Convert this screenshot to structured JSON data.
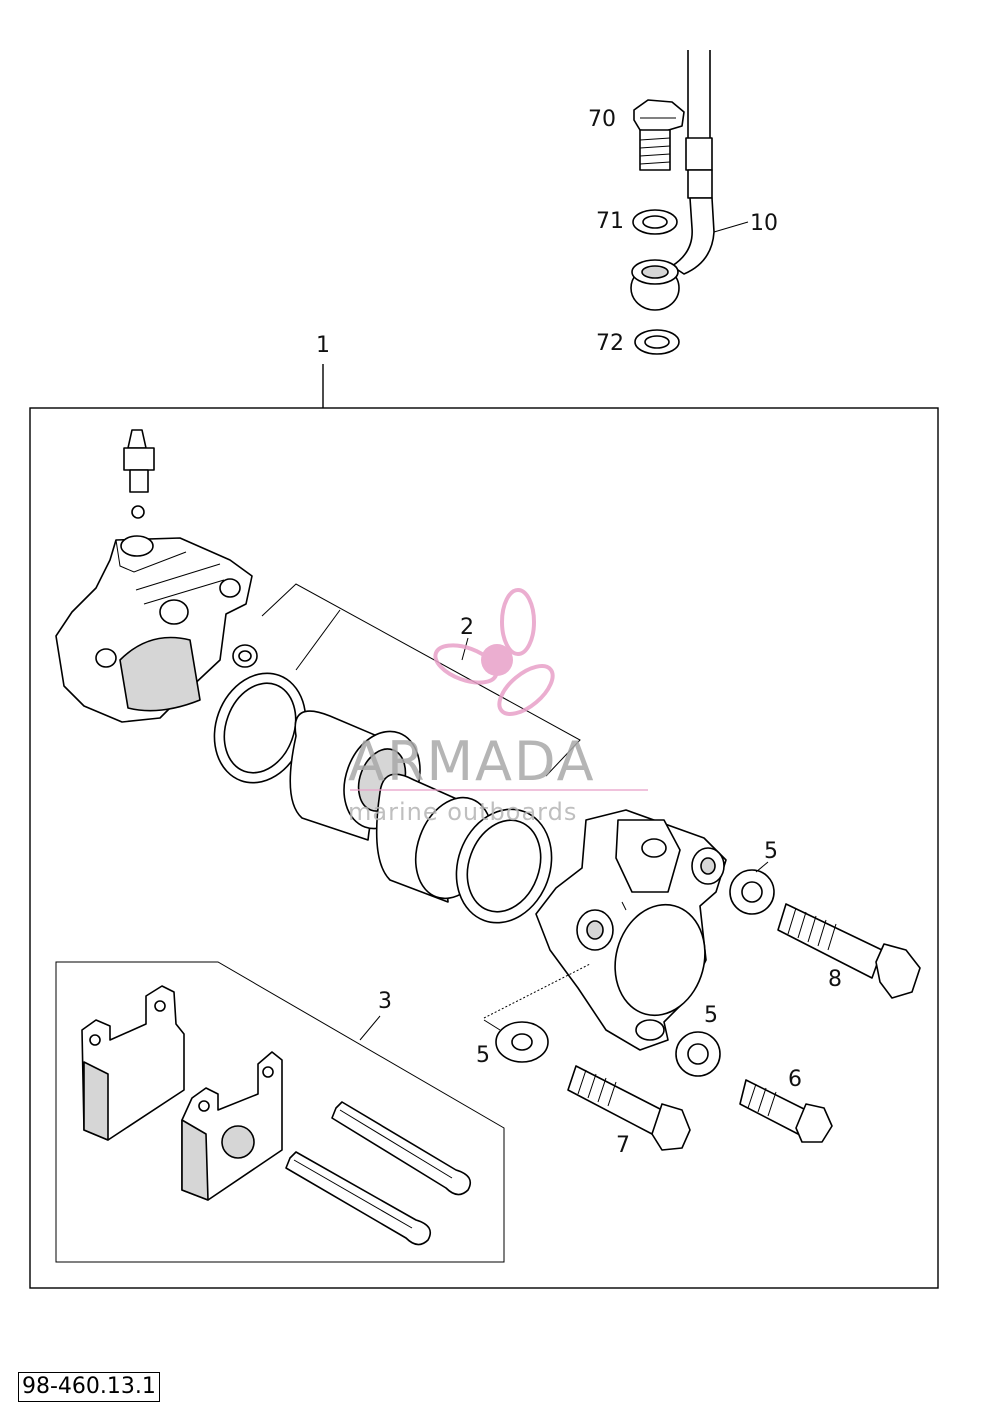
{
  "reference_code": "98-460.13.1",
  "callouts": {
    "c70": "70",
    "c71": "71",
    "c10": "10",
    "c72": "72",
    "c1": "1",
    "c2": "2",
    "c3": "3",
    "c5a": "5",
    "c8": "8",
    "c5b": "5",
    "c5c": "5",
    "c6": "6",
    "c7": "7"
  },
  "watermark": {
    "brand": "ARMADA",
    "tagline": "marine outboards",
    "brand_color": "#e8a0c8",
    "text_color": "#a9a9a9"
  }
}
